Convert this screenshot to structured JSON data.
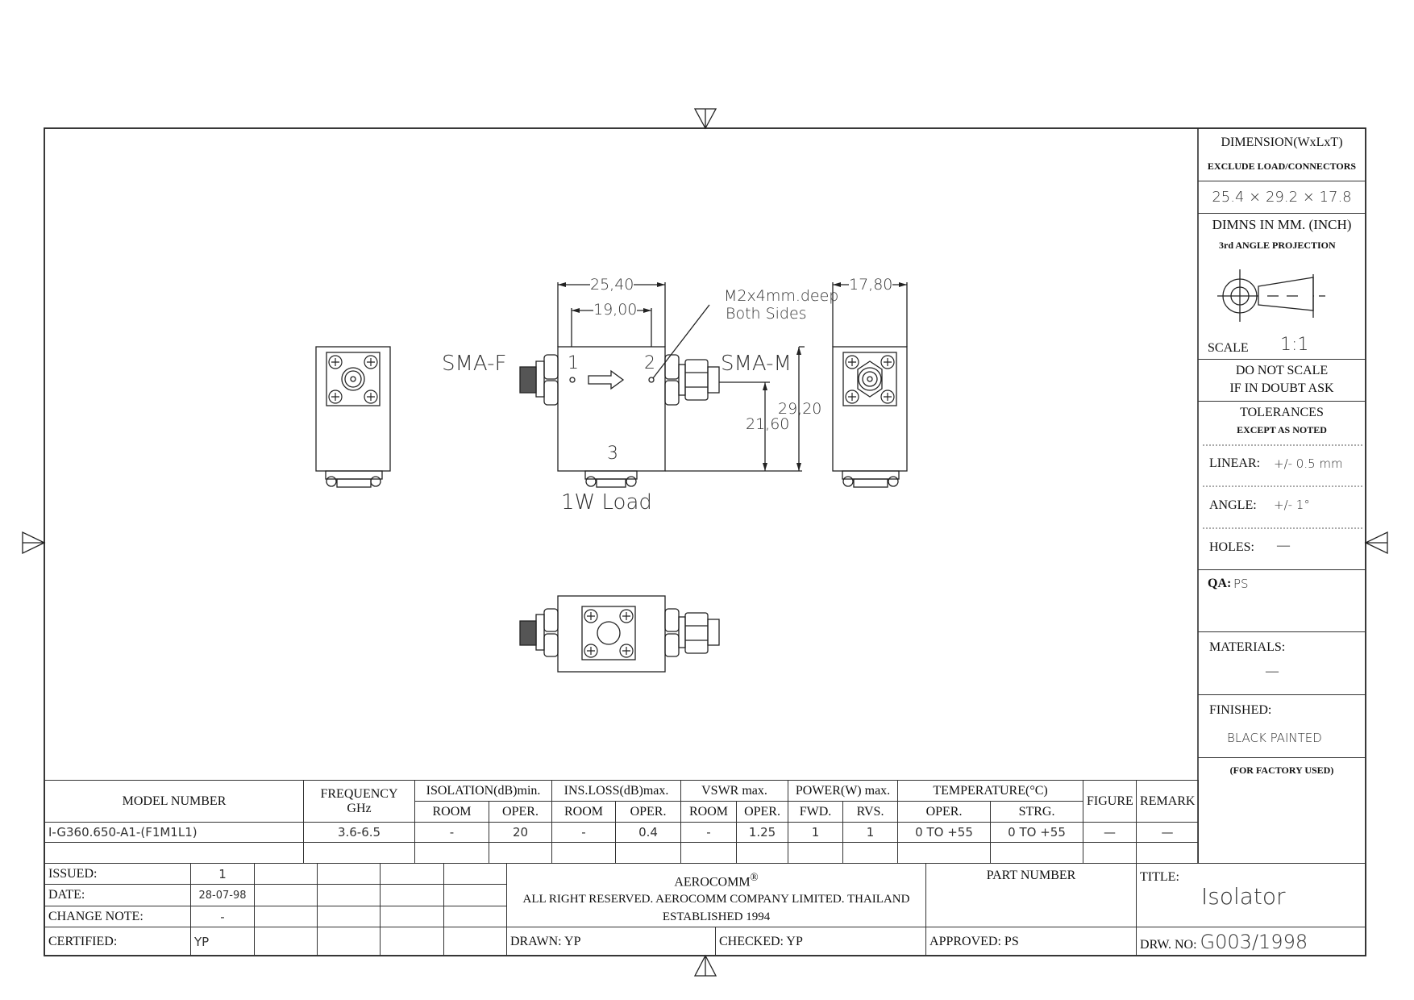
{
  "views": {
    "sma_f": "SMA-F",
    "sma_m": "SMA-M",
    "port1": "1",
    "port2": "2",
    "port3": "3",
    "load": "1W Load",
    "dim_width": "25,40",
    "dim_holes": "19,00",
    "dim_thickness": "17,80",
    "dim_length": "29,20",
    "dim_port_height": "21,60",
    "note_line1": "M2x4mm.deep",
    "note_line2": "Both Sides"
  },
  "panel": {
    "dimension_title": "DIMENSION(WxLxT)",
    "dimension_sub": "EXCLUDE LOAD/CONNECTORS",
    "dimension_value": "25.4 × 29.2 × 17.8",
    "units": "DIMNS IN MM. (INCH)",
    "projection": "3rd ANGLE PROJECTION",
    "scale_label": "SCALE",
    "scale_value": "1:1",
    "do_not_scale_1": "DO NOT SCALE",
    "do_not_scale_2": "IF IN DOUBT ASK",
    "tolerances": "TOLERANCES",
    "tolerances_sub": "EXCEPT AS NOTED",
    "linear_label": "LINEAR:",
    "linear_value": "+/- 0.5 mm",
    "angle_label": "ANGLE:",
    "angle_value": "+/- 1°",
    "holes_label": "HOLES:",
    "holes_value": "—",
    "qa_label": "QA:",
    "qa_value": "PS",
    "materials_label": "MATERIALS:",
    "materials_value": "—",
    "finished_label": "FINISHED:",
    "finished_value": "BLACK PAINTED",
    "factory": "(FOR FACTORY USED)"
  },
  "spec": {
    "headers": {
      "model": "MODEL NUMBER",
      "freq": "FREQUENCY",
      "freq_unit": "GHz",
      "isolation": "ISOLATION(dB)min.",
      "insloss": "INS.LOSS(dB)max.",
      "vswr": "VSWR  max.",
      "power": "POWER(W)  max.",
      "temp": "TEMPERATURE(°C)",
      "figure": "FIGURE",
      "remark": "REMARK",
      "room": "ROOM",
      "oper": "OPER.",
      "fwd": "FWD.",
      "rvs": "RVS.",
      "strg": "STRG."
    },
    "row": [
      "I-G360.650-A1-(F1M1L1)",
      "3.6-6.5",
      "-",
      "20",
      "-",
      "0.4",
      "-",
      "1.25",
      "1",
      "1",
      "0 TO +55",
      "0 TO +55",
      "—",
      "—"
    ]
  },
  "title_block": {
    "issued_label": "ISSUED:",
    "issued_value": "1",
    "date_label": "DATE:",
    "date_value": "28-07-98",
    "change_label": "CHANGE NOTE:",
    "change_value": "-",
    "certified_label": "CERTIFIED:",
    "certified_value": "YP",
    "company": "AEROCOMM",
    "registered": "®",
    "rights": "ALL RIGHT RESERVED. AEROCOMM COMPANY LIMITED. THAILAND",
    "established": "ESTABLISHED 1994",
    "part_number_label": "PART NUMBER",
    "title_label": "TITLE:",
    "title_value": "Isolator",
    "drawn": "DRAWN: YP",
    "checked": "CHECKED: YP",
    "approved": "APPROVED: PS",
    "drw_no_label": "DRW.  NO:",
    "drw_no_value": "G003/1998"
  }
}
